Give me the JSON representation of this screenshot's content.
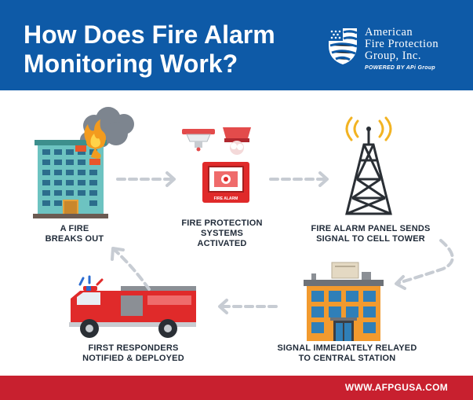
{
  "header": {
    "title_line1": "How Does Fire Alarm",
    "title_line2": "Monitoring Work?",
    "brand_line1": "American",
    "brand_line2": "Fire Protection",
    "brand_line3": "Group, Inc.",
    "brand_powered": "POWERED BY APi Group"
  },
  "steps": [
    {
      "line1": "A FIRE",
      "line2": "BREAKS OUT"
    },
    {
      "line1": "FIRE PROTECTION",
      "line2": "SYSTEMS",
      "line3": "ACTIVATED"
    },
    {
      "line1": "FIRE ALARM PANEL SENDS",
      "line2": "SIGNAL TO CELL TOWER"
    },
    {
      "line1": "SIGNAL IMMEDIATELY RELAYED",
      "line2": "TO CENTRAL STATION"
    },
    {
      "line1": "FIRST RESPONDERS",
      "line2": "NOTIFIED & DEPLOYED"
    }
  ],
  "alarm_panel_label": "FIRE ALARM",
  "footer": {
    "url": "WWW.AFPGUSA.COM"
  },
  "colors": {
    "header": "#0e5aa7",
    "footer": "#c8202f",
    "arrow": "#c7ccd3"
  }
}
